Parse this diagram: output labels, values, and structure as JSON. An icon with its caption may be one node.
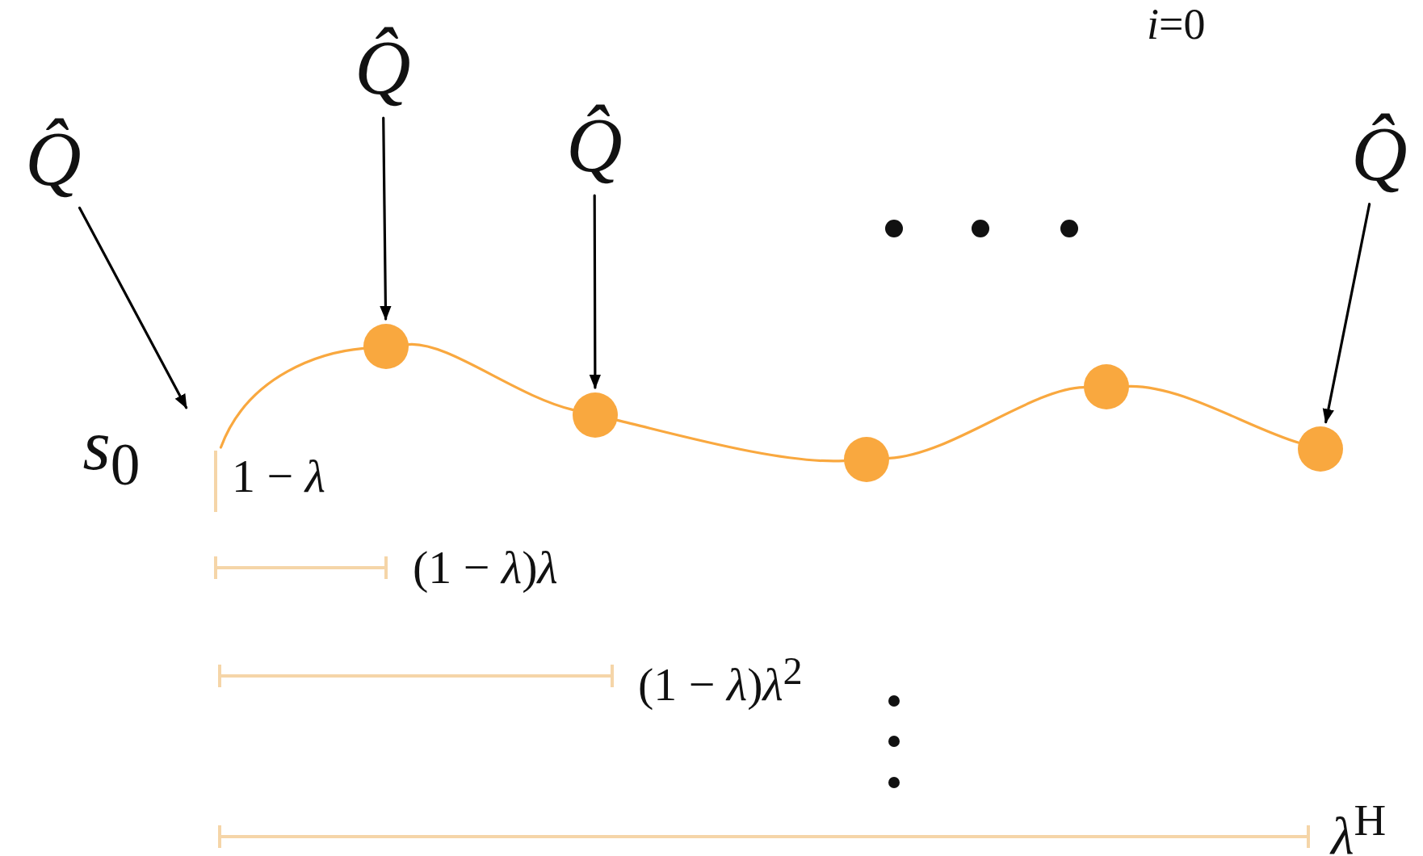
{
  "diagram": {
    "nodes": [
      {
        "text": [
          "Q̂"
        ]
      },
      {
        "text": [
          "Q̂"
        ]
      },
      {
        "text": [
          "Q̂"
        ]
      },
      {
        "text": [
          "Q̂"
        ]
      },
      {
        "text": [
          "*s*$_{0}$"
        ]
      },
      {
        "text": [],
        "shape": "circle"
      },
      {
        "text": [],
        "shape": "circle"
      },
      {
        "text": [],
        "shape": "circle"
      },
      {
        "text": [],
        "shape": "circle"
      },
      {
        "text": [],
        "shape": "circle"
      }
    ],
    "edges": [
      {
        "from": 0,
        "to": 4,
        "arrow": "to",
        "color": "#000000"
      },
      {
        "from": 1,
        "to": 5,
        "arrow": "to",
        "color": "#000000"
      },
      {
        "from": 2,
        "to": 6,
        "arrow": "to",
        "color": "#000000"
      },
      {
        "from": 3,
        "to": 9,
        "arrow": "to",
        "color": "#000000"
      },
      {
        "from": 4,
        "to": 5,
        "arrow": "none",
        "color": "#f9a83f"
      },
      {
        "from": 5,
        "to": 6,
        "arrow": "none",
        "color": "#f9a83f"
      },
      {
        "from": 6,
        "to": 7,
        "arrow": "none",
        "color": "#f9a83f"
      },
      {
        "from": 7,
        "to": 8,
        "arrow": "none",
        "color": "#f9a83f"
      },
      {
        "from": 8,
        "to": 9,
        "arrow": "none",
        "color": "#f9a83f"
      }
    ],
    "labels": [
      "*i*=0",
      "1 − *λ*",
      "(1 − *λ*)*λ*",
      "(1 − *λ*)*λ*$^{2}$",
      "*λ*$^{H}$"
    ]
  }
}
